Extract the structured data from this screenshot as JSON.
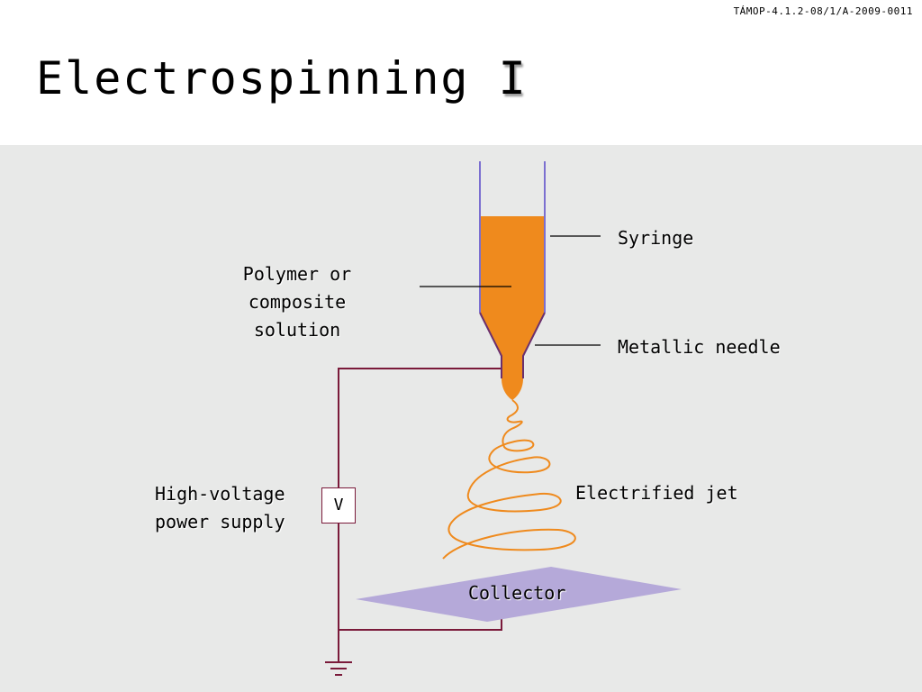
{
  "header": {
    "project_code": "TÁMOP-4.1.2-08/1/A-2009-0011",
    "title_main": "Electrospinning ",
    "title_numeral": "I"
  },
  "diagram": {
    "labels": {
      "syringe": "Syringe",
      "solution_line1": "Polymer or",
      "solution_line2": "composite",
      "solution_line3": "solution",
      "needle": "Metallic needle",
      "jet": "Electrified jet",
      "power_line1": "High-voltage",
      "power_line2": "power supply",
      "collector": "Collector",
      "voltmeter": "V"
    },
    "colors": {
      "background": "#e8e9e8",
      "solution": "#ef8a1d",
      "syringe_wall": "#7b6fd0",
      "needle": "#6a2f6e",
      "wire": "#7a1a3a",
      "jet": "#ef8a1d",
      "collector": "#b5a9d9"
    }
  }
}
